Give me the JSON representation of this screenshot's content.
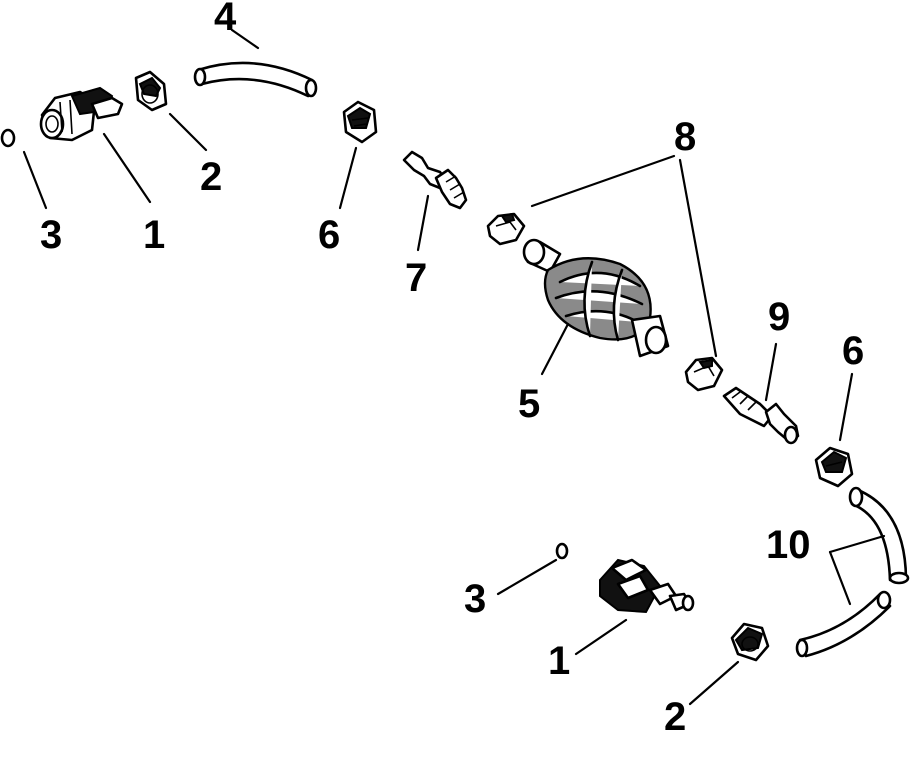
{
  "callouts": {
    "c1_top": "1",
    "c2_top": "2",
    "c3_top": "3",
    "c4": "4",
    "c5": "5",
    "c6_top": "6",
    "c7": "7",
    "c8": "8",
    "c9": "9",
    "c6_bottom": "6",
    "c10": "10",
    "c3_bottom": "3",
    "c1_bottom": "1",
    "c2_bottom": "2"
  }
}
